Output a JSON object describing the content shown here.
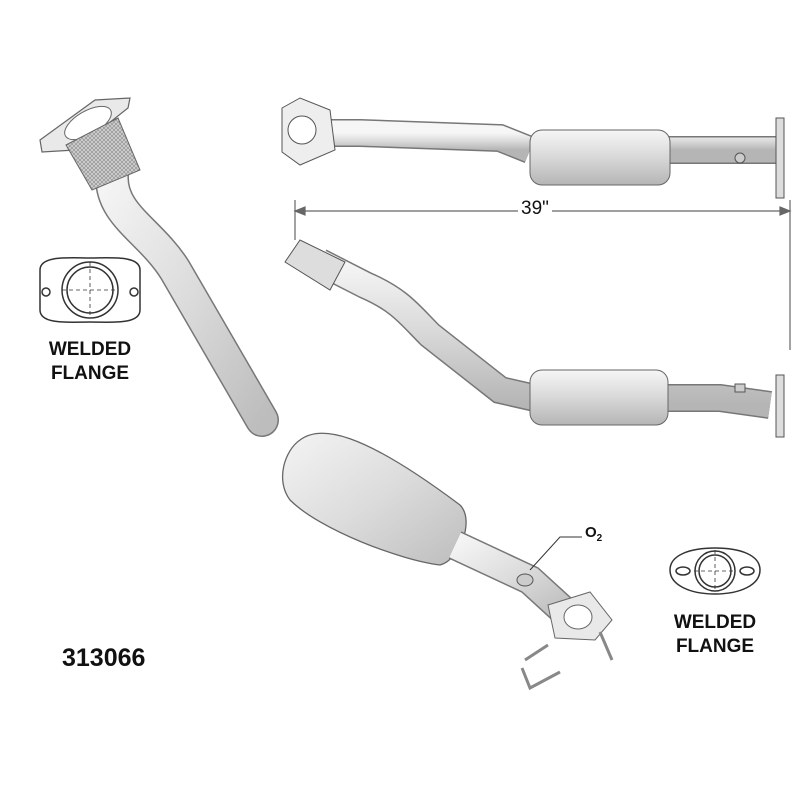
{
  "part_number": "313066",
  "dimension": "39\"",
  "sensor_label": {
    "main": "O",
    "sub": "2"
  },
  "flange_labels": [
    {
      "line1": "WELDED",
      "line2": "FLANGE"
    },
    {
      "line1": "WELDED",
      "line2": "FLANGE"
    }
  ],
  "colors": {
    "pipe": "#e6e6e6",
    "outline": "#555555",
    "text": "#111111"
  }
}
